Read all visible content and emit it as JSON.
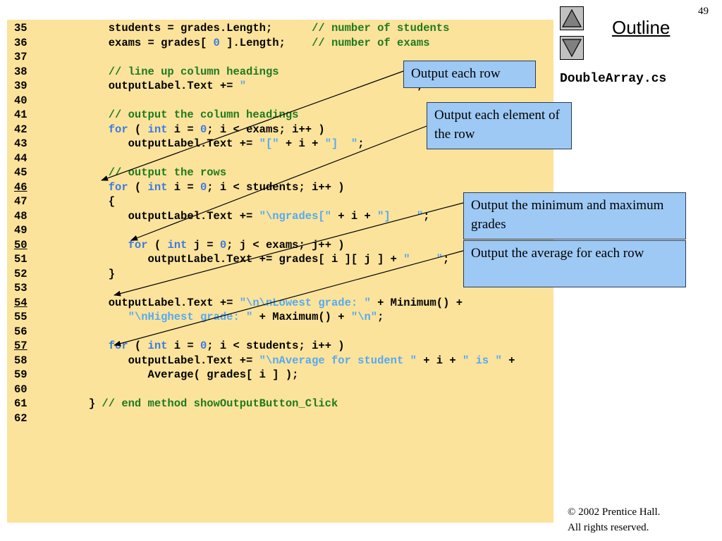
{
  "slide": {
    "page_number": "49",
    "outline_label": "Outline",
    "file_name": "DoubleArray.cs",
    "copyright_line1": "© 2002 Prentice Hall.",
    "copyright_line2": "All rights reserved."
  },
  "nav": {
    "up_icon": "triangle-up-icon",
    "down_icon": "triangle-down-icon"
  },
  "colors": {
    "code_background": "#fce39c",
    "keyword": "#3a7be0",
    "string": "#55aaf0",
    "comment": "#1e7a1e",
    "callout_background": "#9ec9f5"
  },
  "callouts": {
    "row": "Output each row",
    "element": "Output each element of the row",
    "minmax": "Output the minimum and maximum grades",
    "average": "Output the average for each row"
  },
  "code": {
    "l35": {
      "num": "35",
      "indent": "         ",
      "a": "students = grades.Length;      ",
      "c": "// number of students"
    },
    "l36": {
      "num": "36",
      "indent": "         ",
      "a": "exams = grades[ ",
      "n": "0",
      "b": " ].Length;    ",
      "c": "// number of exams"
    },
    "l37": {
      "num": "37"
    },
    "l38": {
      "num": "38",
      "indent": "         ",
      "c": "// line up column headings"
    },
    "l39": {
      "num": "39",
      "indent": "         ",
      "a": "outputLabel.Text += ",
      "s": "\"                         \"",
      "b": ";"
    },
    "l40": {
      "num": "40"
    },
    "l41": {
      "num": "41",
      "indent": "         ",
      "c": "// output the column headings"
    },
    "l42": {
      "num": "42",
      "indent": "         ",
      "k1": "for",
      "a": " ( ",
      "k2": "int",
      "b": " i = ",
      "n": "0",
      "d": "; i < exams; i++ )"
    },
    "l43": {
      "num": "43",
      "indent": "            ",
      "a": "outputLabel.Text += ",
      "s1": "\"[\"",
      "b": " + i + ",
      "s2": "\"]  \"",
      "d": ";"
    },
    "l44": {
      "num": "44"
    },
    "l45": {
      "num": "45",
      "indent": "         ",
      "c": "// output the rows"
    },
    "l46": {
      "num": "46",
      "indent": "         ",
      "k1": "for",
      "a": " ( ",
      "k2": "int",
      "b": " i = ",
      "n": "0",
      "d": "; i < students; i++ )"
    },
    "l47": {
      "num": "47",
      "indent": "         ",
      "a": "{"
    },
    "l48": {
      "num": "48",
      "indent": "            ",
      "a": "outputLabel.Text += ",
      "s1": "\"\\ngrades[\"",
      "b": " + i + ",
      "s2": "\"]    \"",
      "d": ";"
    },
    "l49": {
      "num": "49"
    },
    "l50": {
      "num": "50",
      "indent": "            ",
      "k1": "for",
      "a": " ( ",
      "k2": "int",
      "b": " j = ",
      "n": "0",
      "d": "; j < exams; j++ )"
    },
    "l51": {
      "num": "51",
      "indent": "               ",
      "a": "outputLabel.Text += grades[ i ][ j ] + ",
      "s": "\"    \"",
      "b": ";"
    },
    "l52": {
      "num": "52",
      "indent": "         ",
      "a": "}"
    },
    "l53": {
      "num": "53"
    },
    "l54": {
      "num": "54",
      "indent": "         ",
      "a": "outputLabel.Text += ",
      "s": "\"\\n\\nLowest grade: \"",
      "b": " + Minimum() +"
    },
    "l55": {
      "num": "55",
      "indent": "            ",
      "s1": "\"\\nHighest grade: \"",
      "a": " + Maximum() + ",
      "s2": "\"\\n\"",
      "b": ";"
    },
    "l56": {
      "num": "56"
    },
    "l57": {
      "num": "57",
      "indent": "         ",
      "k1": "for",
      "a": " ( ",
      "k2": "int",
      "b": " i = ",
      "n": "0",
      "d": "; i < students; i++ )"
    },
    "l58": {
      "num": "58",
      "indent": "            ",
      "a": "outputLabel.Text += ",
      "s1": "\"\\nAverage for student \"",
      "b": " + i + ",
      "s2": "\" is \"",
      "d": " +"
    },
    "l59": {
      "num": "59",
      "indent": "               ",
      "a": "Average( grades[ i ] );"
    },
    "l60": {
      "num": "60"
    },
    "l61": {
      "num": "61",
      "indent": "      ",
      "a": "} ",
      "c": "// end method showOutputButton_Click"
    },
    "l62": {
      "num": "62"
    }
  }
}
